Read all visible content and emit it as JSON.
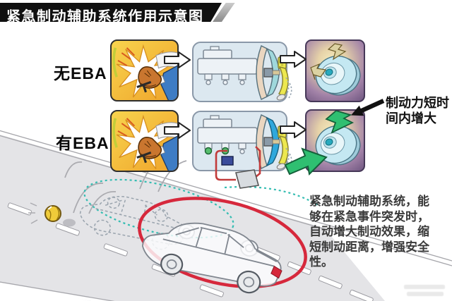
{
  "title": "紧急制动辅助系统作用示意图",
  "rows": {
    "without_eba": {
      "label": "无EBA"
    },
    "with_eba": {
      "label": "有EBA"
    }
  },
  "annotation": {
    "text": "制动力短时间内增大"
  },
  "description": {
    "text": "紧急制动辅助系统，能够在紧急事件突发时，自动增大制动效果，缩短制动距离，增强安全性。"
  },
  "colors": {
    "banner_black": "#101010",
    "panel_orange": "#F3B93A",
    "panel_blue_bg": "#DCE8F0",
    "panel_purple_border": "#463858",
    "highlight_green": "#2FBF71",
    "accent_red": "#D6283C",
    "teal_dashed": "#35BDB2",
    "pedal_yellow": "#EDE84F",
    "booster_blue": "#2FA8DC",
    "ball_yellow": "#EFCB3A"
  }
}
